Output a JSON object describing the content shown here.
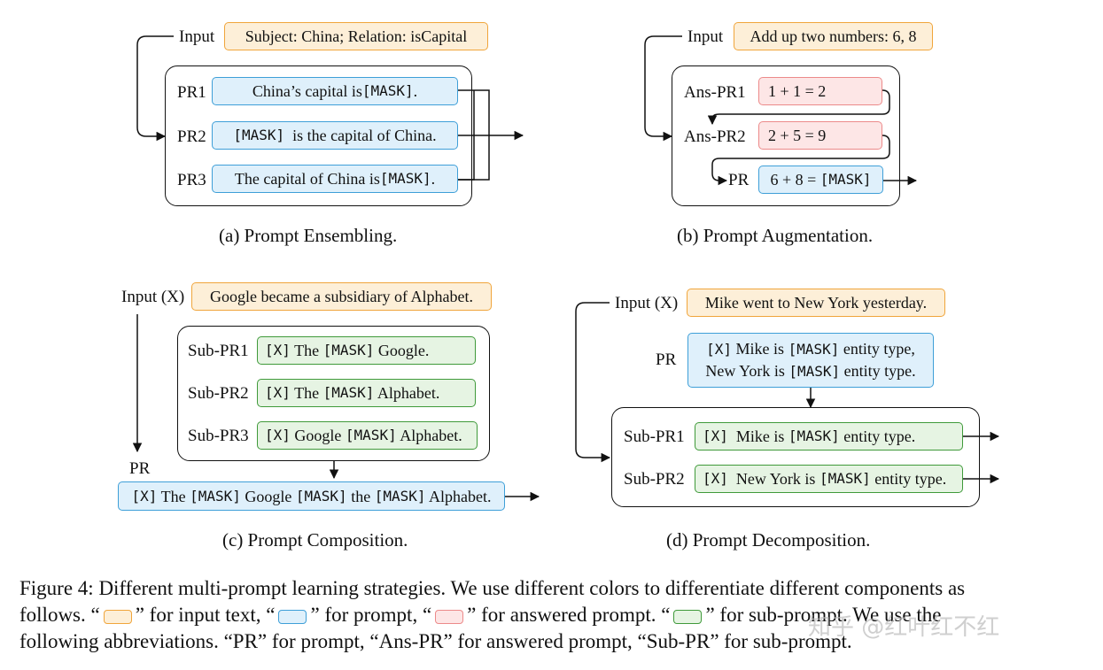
{
  "panel_a": {
    "input_label": "Input",
    "input_text": "Subject: China; Relation: isCapital",
    "rows": [
      {
        "label": "PR1",
        "parts": [
          "China’s capital is ",
          "[MASK]",
          "."
        ]
      },
      {
        "label": "PR2",
        "parts": [
          "",
          "[MASK]",
          "  is the capital of China."
        ]
      },
      {
        "label": "PR3",
        "parts": [
          "The capital of China is ",
          "[MASK]",
          "."
        ]
      }
    ],
    "caption": "(a) Prompt Ensembling."
  },
  "panel_b": {
    "input_label": "Input",
    "input_text": "Add up two numbers: 6, 8",
    "ans_rows": [
      {
        "label": "Ans-PR1",
        "text": "1 + 1 = 2"
      },
      {
        "label": "Ans-PR2",
        "text": "2 + 5 = 9"
      }
    ],
    "pr_label": "PR",
    "pr_parts": [
      "6 + 8 = ",
      "[MASK]"
    ],
    "caption": "(b) Prompt Augmentation."
  },
  "panel_c": {
    "input_label": "Input (X)",
    "input_text": "Google became a subsidiary of Alphabet.",
    "sub_rows": [
      {
        "label": "Sub-PR1",
        "parts": [
          "[X]",
          " The ",
          "[MASK]",
          " Google."
        ]
      },
      {
        "label": "Sub-PR2",
        "parts": [
          "[X]",
          " The ",
          "[MASK]",
          " Alphabet."
        ]
      },
      {
        "label": "Sub-PR3",
        "parts": [
          "[X]",
          " Google ",
          "[MASK]",
          " Alphabet."
        ]
      }
    ],
    "pr_label": "PR",
    "pr_parts": [
      "[X]",
      " The ",
      "[MASK]",
      " Google ",
      "[MASK]",
      " the ",
      "[MASK]",
      " Alphabet."
    ],
    "caption": "(c) Prompt Composition."
  },
  "panel_d": {
    "input_label": "Input (X)",
    "input_text": "Mike went to New York yesterday.",
    "pr_label": "PR",
    "pr_line1": [
      "[X]",
      " Mike is ",
      "[MASK]",
      " entity type,"
    ],
    "pr_line2": [
      "New York is ",
      "[MASK]",
      " entity type."
    ],
    "sub_rows": [
      {
        "label": "Sub-PR1",
        "parts": [
          "[X]",
          "  Mike is ",
          "[MASK]",
          " entity type."
        ]
      },
      {
        "label": "Sub-PR2",
        "parts": [
          "[X]",
          "  New York is ",
          "[MASK]",
          " entity type."
        ]
      }
    ],
    "caption": "(d) Prompt Decomposition."
  },
  "figure_caption": {
    "line1": "Figure 4: Different multi-prompt learning strategies. We use different colors to differentiate different components as",
    "l2_a": "follows. “",
    "l2_b": "” for input text, “",
    "l2_c": "” for prompt, “",
    "l2_d": "” for answered prompt. “",
    "l2_e": "” for sub-prompt. We use the",
    "line3": "following abbreviations. “PR” for prompt, “Ans-PR” for answered prompt, “Sub-PR” for sub-prompt."
  },
  "watermark": "知乎 @红叶红不红",
  "colors": {
    "input_fill": "#fdefd8",
    "input_border": "#f0a53b",
    "prompt_fill": "#dff0fb",
    "prompt_border": "#3e9fd8",
    "answered_fill": "#fde6e6",
    "answered_border": "#ec8a8a",
    "sub_fill": "#e6f4e3",
    "sub_border": "#3f9a3a"
  }
}
